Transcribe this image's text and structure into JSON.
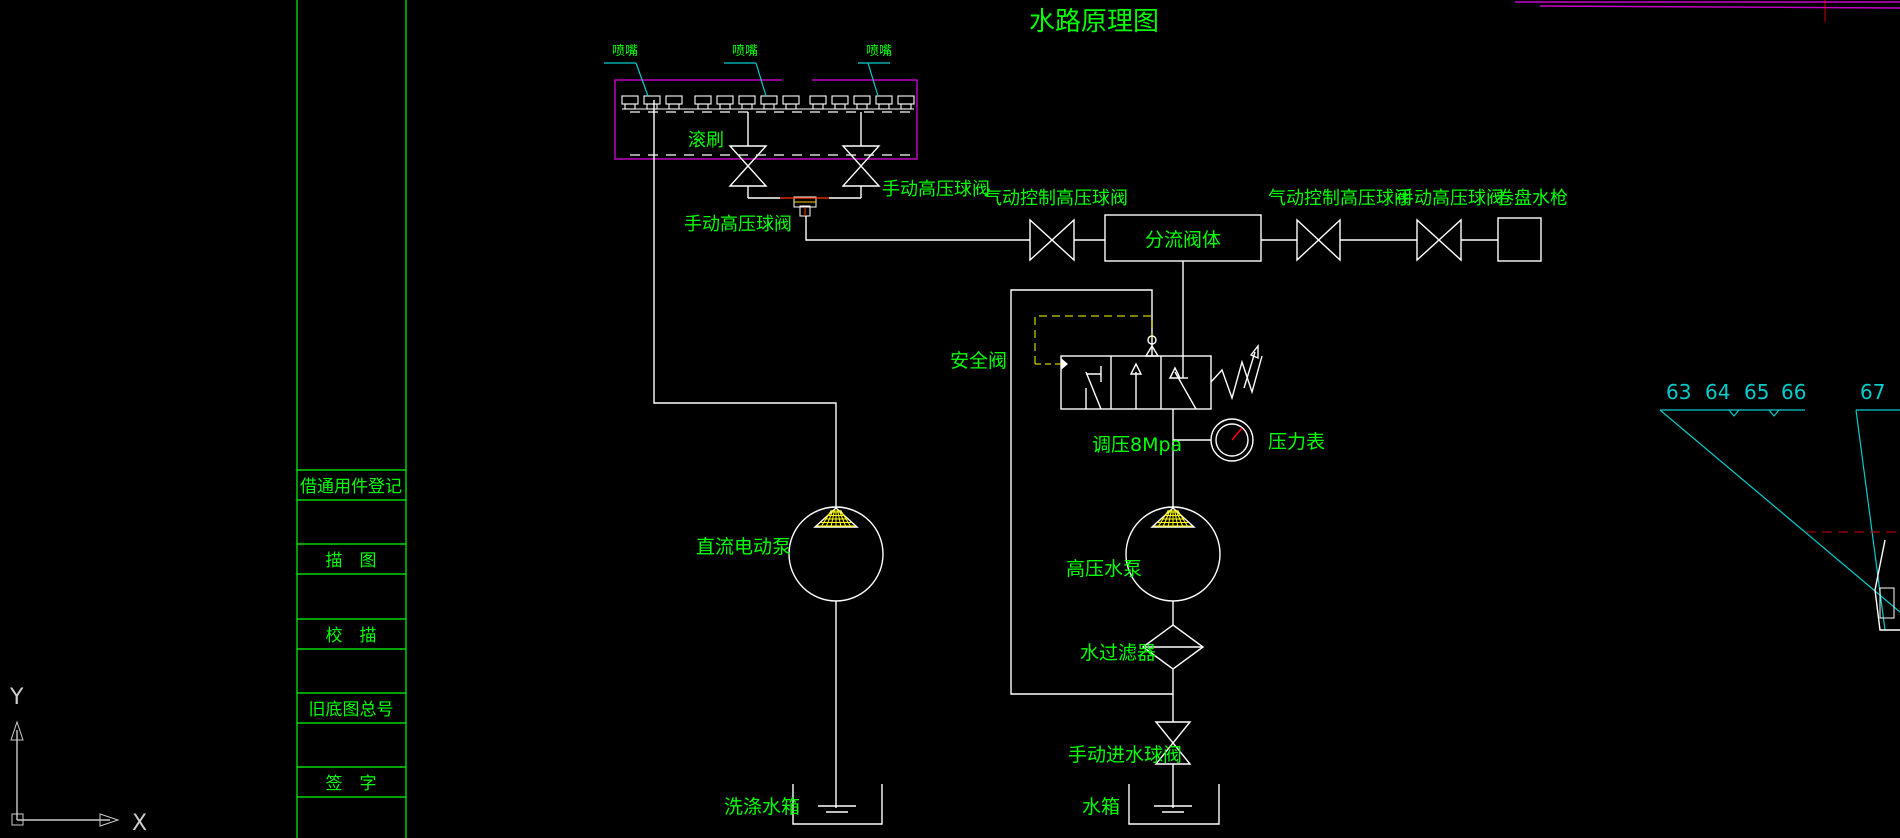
{
  "title": "水路原理图",
  "title_block": {
    "rows": [
      "借通用件登记",
      "描　图",
      "校　描",
      "旧底图总号",
      "签　字"
    ]
  },
  "ucs": {
    "y_label": "Y",
    "x_label": "X"
  },
  "labels": {
    "nozzle": "喷嘴",
    "roller_brush": "滚刷",
    "manual_hp_valve_a": "手动高压球阀",
    "manual_hp_valve_b": "手动高压球阀",
    "pneumatic_valve_a": "气动控制高压球阀",
    "pneumatic_valve_b": "气动控制高压球阀",
    "manual_hp_valve_c": "手动高压球阀",
    "hose_reel": "卷盘水枪",
    "manifold": "分流阀体",
    "safety_valve": "安全阀",
    "regulate": "调压8Mpa",
    "pressure_gauge": "压力表",
    "dc_pump": "直流电动泵",
    "hp_pump": "高压水泵",
    "water_filter": "水过滤器",
    "manual_inlet_valve": "手动进水球阀",
    "wash_tank": "洗涤水箱",
    "water_tank": "水箱"
  },
  "side_numbers": [
    "63",
    "64",
    "65",
    "66",
    "67"
  ],
  "colors": {
    "text": "#00ff00",
    "lines": "#ffffff",
    "brush_box": "#cc00cc",
    "leader": "#00cccc",
    "mesh": "#ffff00",
    "gauge_needle": "#ff0000"
  }
}
